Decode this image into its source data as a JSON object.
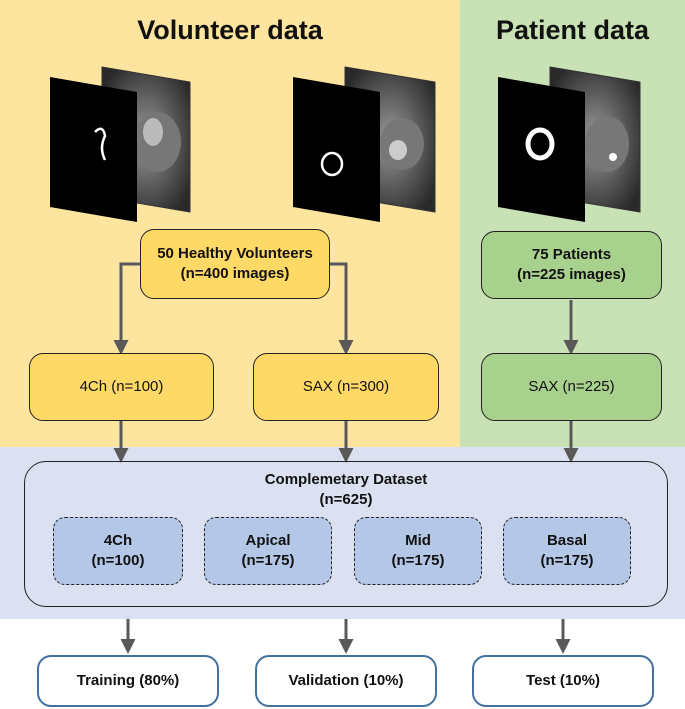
{
  "sections": {
    "volunteer_title": "Volunteer data",
    "patient_title": "Patient data"
  },
  "nodes": {
    "volunteers": "50 Healthy Volunteers\n(n=400 images)",
    "patients": "75 Patients\n(n=225 images)",
    "vol_4ch": "4Ch (n=100)",
    "vol_sax": "SAX (n=300)",
    "pat_sax": "SAX (n=225)",
    "dataset": "Complemetary Dataset\n(n=625)",
    "sub_4ch": "4Ch\n(n=100)",
    "sub_apical": "Apical\n(n=175)",
    "sub_mid": "Mid\n(n=175)",
    "sub_basal": "Basal\n(n=175)",
    "training": "Training (80%)",
    "validation": "Validation (10%)",
    "test": "Test (10%)"
  },
  "colors": {
    "volunteer_bg": "#fde5a0",
    "patient_bg": "#c8e1b5",
    "dataset_bg": "#dbe1f1",
    "yellow_box": "#ffd966",
    "green_box": "#a9d18e",
    "blue_box": "#b4c7e7",
    "output_border": "#41719c",
    "arrow": "#595959"
  }
}
